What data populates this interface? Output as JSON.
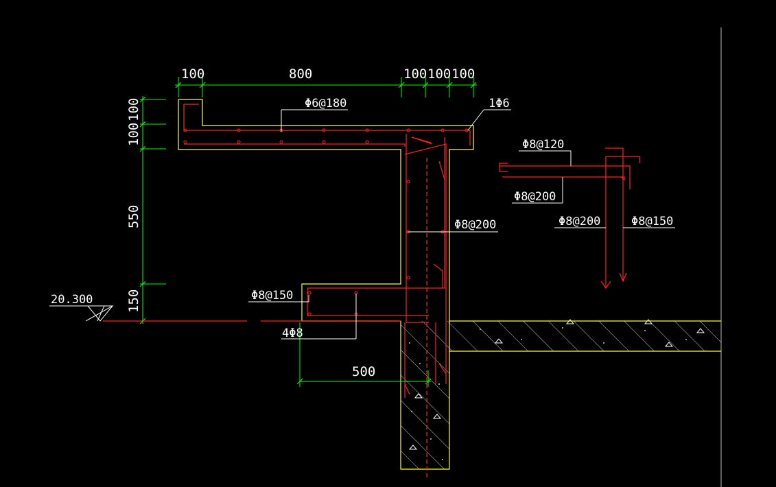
{
  "colors": {
    "background": "#000000",
    "dimension": "#00ff00",
    "rebar": "#ff2020",
    "outline": "#ffff33",
    "text": "#ffffff"
  },
  "dimensions": {
    "top": [
      "100",
      "800",
      "100",
      "100",
      "100"
    ],
    "left": [
      "100",
      "100",
      "550",
      "150"
    ],
    "bottom": "500"
  },
  "elevation": "20.300",
  "labels": {
    "top_bar": "Φ6@180",
    "edge_bar": "1Φ6",
    "wall_bar": "Φ8@200",
    "ledge_bar": "Φ8@150",
    "ledge_long": "4Φ8",
    "detail_top": "Φ8@120",
    "detail_mid": "Φ8@200",
    "detail_left": "Φ8@200",
    "detail_right": "Φ8@150"
  }
}
